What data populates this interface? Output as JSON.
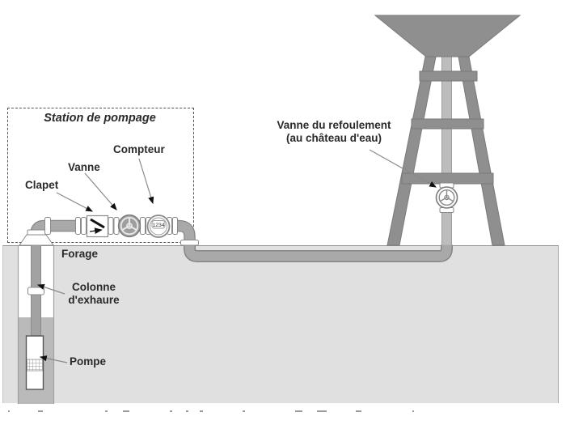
{
  "diagram": {
    "station": {
      "title": "Station de pompage",
      "clapet_label": "Clapet",
      "vanne_label": "Vanne",
      "compteur_label": "Compteur",
      "meter_reading": "1234"
    },
    "tower": {
      "valve_label_line1": "Vanne du refoulement",
      "valve_label_line2": "(au château d'eau)"
    },
    "borehole": {
      "forage_label": "Forage",
      "colonne_label_line1": "Colonne",
      "colonne_label_line2": "d'exhaure",
      "pompe_label": "Pompe"
    },
    "colors": {
      "ground": "#e0e0e0",
      "pipe": "#a9a9a9",
      "pipe_outline": "#858585",
      "tower_structure": "#8f8f8f",
      "tower_pipe": "#bdbdbd",
      "text": "#2a2a2a"
    }
  }
}
